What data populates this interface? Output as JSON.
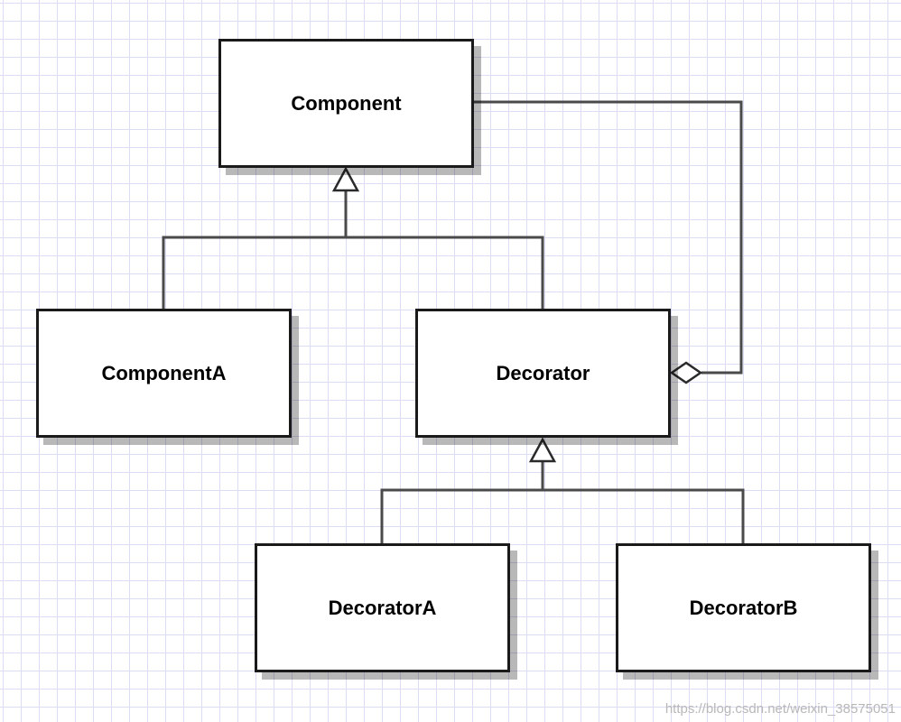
{
  "diagram": {
    "classes": {
      "component": "Component",
      "component_a": "ComponentA",
      "decorator": "Decorator",
      "decorator_a": "DecoratorA",
      "decorator_b": "DecoratorB"
    },
    "relationships": [
      {
        "type": "generalization",
        "from": "ComponentA",
        "to": "Component"
      },
      {
        "type": "generalization",
        "from": "Decorator",
        "to": "Component"
      },
      {
        "type": "aggregation",
        "whole": "Decorator",
        "part": "Component"
      },
      {
        "type": "generalization",
        "from": "DecoratorA",
        "to": "Decorator"
      },
      {
        "type": "generalization",
        "from": "DecoratorB",
        "to": "Decorator"
      }
    ]
  },
  "colors": {
    "box_border": "#1a1a1a",
    "connector": "#4a4a4a",
    "grid": "#dcdcf2",
    "background": "#ffffff"
  },
  "watermark": "https://blog.csdn.net/weixin_38575051"
}
